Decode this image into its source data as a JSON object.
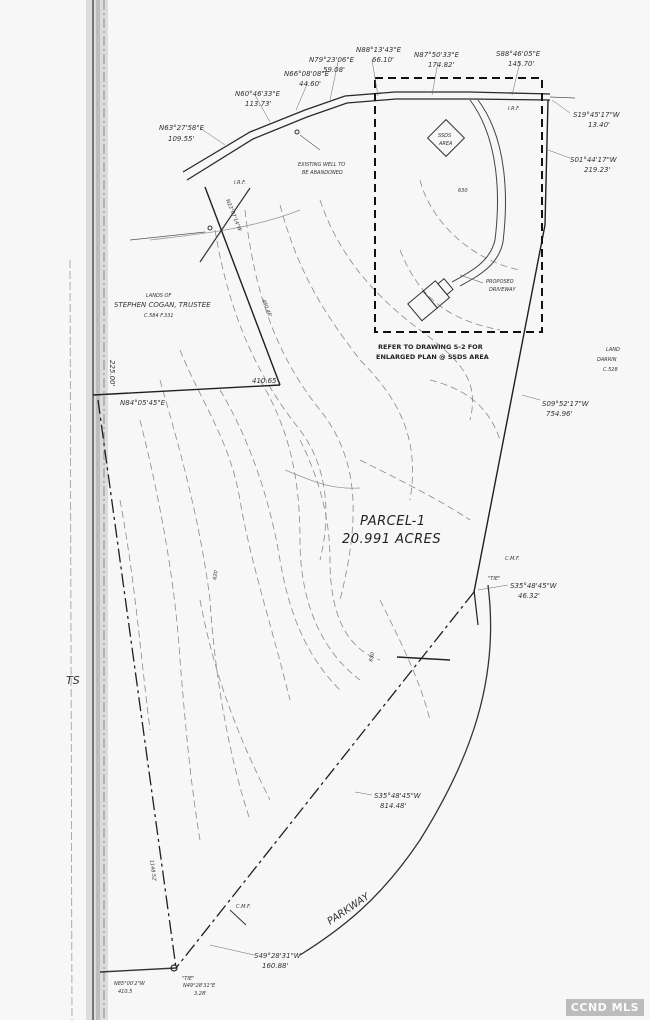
{
  "bearings": {
    "b1_bearing": "N88°13'43\"E",
    "b1_dist": "66.10'",
    "b2_bearing": "N87°50'33\"E",
    "b2_dist": "174.82'",
    "b3_bearing": "S88°46'05\"E",
    "b3_dist": "145.70'",
    "b4_bearing": "N79°23'06\"E",
    "b4_dist": "59.08'",
    "b5_bearing": "N66°08'08\"E",
    "b5_dist": "44.60'",
    "b6_bearing": "N60°46'33\"E",
    "b6_dist": "113.73'",
    "b7_bearing": "N63°27'58\"E",
    "b7_dist": "109.55'",
    "b8_bearing": "S19°45'17\"W",
    "b8_dist": "13.40'",
    "b9_bearing": "S01°44'17\"W",
    "b9_dist": "219.23'",
    "b10_bearing": "S09°52'17\"W",
    "b10_dist": "754.96'",
    "b11_bearing": "S35°48'45\"W",
    "b11_dist": "46.32'",
    "b12_bearing": "S35°48'45\"W",
    "b12_dist": "814.48'",
    "b13_bearing": "S49°28'31\"W",
    "b13_dist": "160.88'",
    "b14_bearing": "N49°28'31\"E",
    "b14_dist": "3.28'",
    "b15_bearing": "N84°05'45\"E",
    "b16_dist": "410.65'",
    "b17_bearing": "N85°00'2\"W",
    "b17_dist": "410.5",
    "b18_dist": "225.00'",
    "b19_bearing": "N23°07'14\"W",
    "b19_dist": "460.46'",
    "b20_dist": "1148.52'"
  },
  "labels": {
    "existing_well": "EXISTING WELL TO",
    "existing_well_2": "BE ABANDONED",
    "ssds_area": "SSDS",
    "ssds_area_2": "AREA",
    "proposed_driveway": "PROPOSED",
    "proposed_driveway_2": "DRIVEWAY",
    "lands_of": "LANDS OF",
    "owner_name": "STEPHEN COGAN, TRUSTEE",
    "owner_ref": "C.584  F.331",
    "refer_note_1": "REFER TO DRAWING S-2 FOR",
    "refer_note_2": "ENLARGED PLAN @ SSDS AREA",
    "land_right": "LAND",
    "land_right_name": "DARRIN",
    "land_right_ref": "C.528",
    "parcel_name": "PARCEL-1",
    "parcel_acres": "20.991 ACRES",
    "road_name": "PARKWAY",
    "edge_letters": "TS",
    "tie_1": "\"TIE\"",
    "tie_2": "\"TIE\"",
    "cmf_1": "C.M.F.",
    "cmf_2": "C.M.F.",
    "irf_1": "I.R.F.",
    "irf_2": "I.R.F.",
    "contour_630": "630",
    "contour_620": "620",
    "contour_650": "650"
  },
  "watermark": "CCND MLS",
  "colors": {
    "ink": "#2a2a2a",
    "paper": "#f7f7f7",
    "contour": "#8a8a8a"
  }
}
